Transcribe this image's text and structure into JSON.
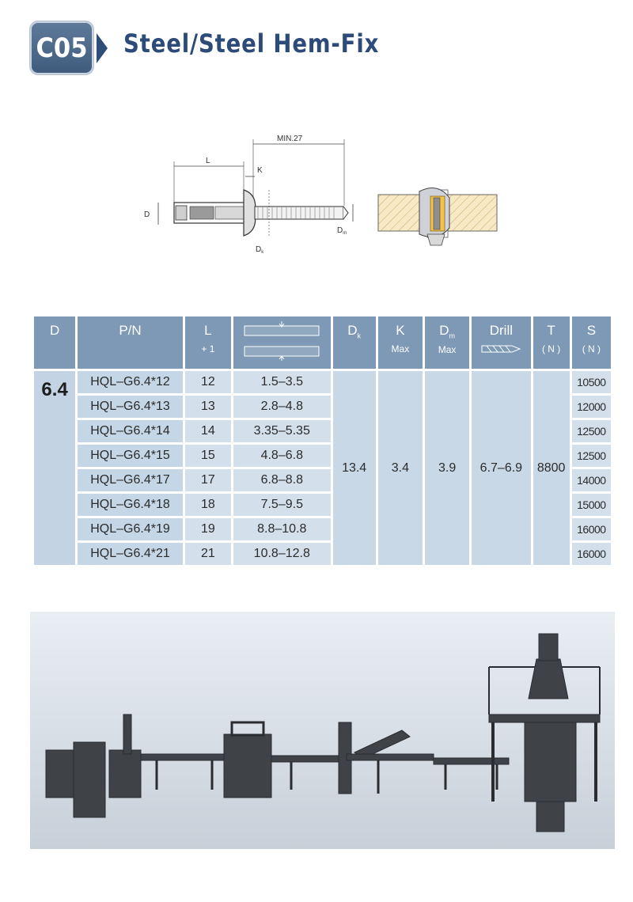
{
  "header": {
    "code": "C05",
    "title": "Steel/Steel Hem-Fix"
  },
  "diagram": {
    "labels": {
      "min": "MIN.27",
      "L": "L",
      "K": "K",
      "D": "D",
      "Dm": "D",
      "Dm_sub": "m",
      "Dk": "D",
      "Dk_sub": "k"
    }
  },
  "table": {
    "headers": {
      "D": "D",
      "PN": "P/N",
      "L": "L",
      "L_sub": "+ 1",
      "Dk": "D",
      "Dk_sub": "k",
      "K": "K",
      "K_sub": "Max",
      "Dm": "D",
      "Dm_sub": "m",
      "Dm_sub2": "Max",
      "Drill": "Drill",
      "T": "T",
      "T_sub": "( N )",
      "S": "S",
      "S_sub": "( N )"
    },
    "d_value": "6.4",
    "merged": {
      "dk": "13.4",
      "k": "3.4",
      "dm": "3.9",
      "drill": "6.7–6.9",
      "t": "8800"
    },
    "rows": [
      {
        "pn": "HQL–G6.4*12",
        "l": "12",
        "grip": "1.5–3.5",
        "s": "10500"
      },
      {
        "pn": "HQL–G6.4*13",
        "l": "13",
        "grip": "2.8–4.8",
        "s": "12000"
      },
      {
        "pn": "HQL–G6.4*14",
        "l": "14",
        "grip": "3.35–5.35",
        "s": "12500"
      },
      {
        "pn": "HQL–G6.4*15",
        "l": "15",
        "grip": "4.8–6.8",
        "s": "12500"
      },
      {
        "pn": "HQL–G6.4*17",
        "l": "17",
        "grip": "6.8–8.8",
        "s": "14000"
      },
      {
        "pn": "HQL–G6.4*18",
        "l": "18",
        "grip": "7.5–9.5",
        "s": "15000"
      },
      {
        "pn": "HQL–G6.4*19",
        "l": "19",
        "grip": "8.8–10.8",
        "s": "16000"
      },
      {
        "pn": "HQL–G6.4*21",
        "l": "21",
        "grip": "10.8–12.8",
        "s": "16000"
      }
    ]
  }
}
